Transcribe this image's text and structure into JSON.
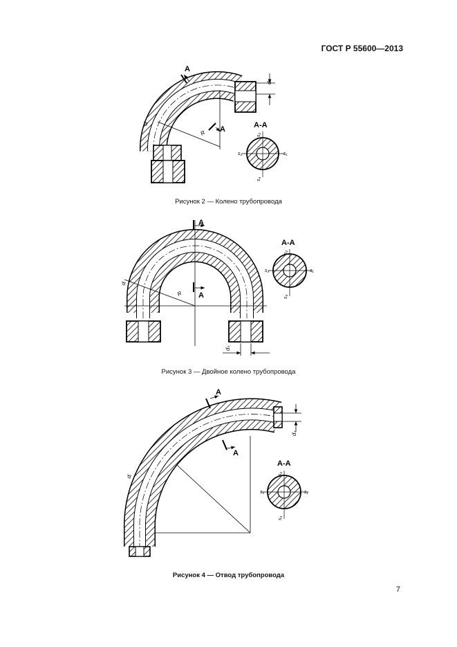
{
  "header": {
    "standard": "ГОСТ Р 55600—2013"
  },
  "figures": [
    {
      "caption": "Рисунок 2 — Колено трубопровода",
      "section_mark": "А",
      "section_title": "А-А",
      "labels": {
        "d_outer": "dₛ",
        "d_inner": "dᵢ",
        "radius": "R",
        "s1": "s₁",
        "s2": "s₂",
        "s3": "s₃",
        "s4": "s₄"
      }
    },
    {
      "caption": "Рисунок 3 — Двойное колено трубопровода",
      "section_mark": "А",
      "section_title": "А-А",
      "labels": {
        "d_outer": "dₛ",
        "d_inner": "dᵢ",
        "radius": "R",
        "s1": "s₁",
        "s2": "s₂",
        "s3": "s₃",
        "s4": "s₄"
      }
    },
    {
      "caption": "Рисунок 4 — Отвод трубопровода",
      "section_mark": "А",
      "section_title": "А-А",
      "labels": {
        "d_outer": "dₛ",
        "d_inner": "dᵢ",
        "s1": "s₁",
        "s2": "s₂",
        "s3": "s₃",
        "s4": "s₄"
      }
    }
  ],
  "page_number": "7"
}
